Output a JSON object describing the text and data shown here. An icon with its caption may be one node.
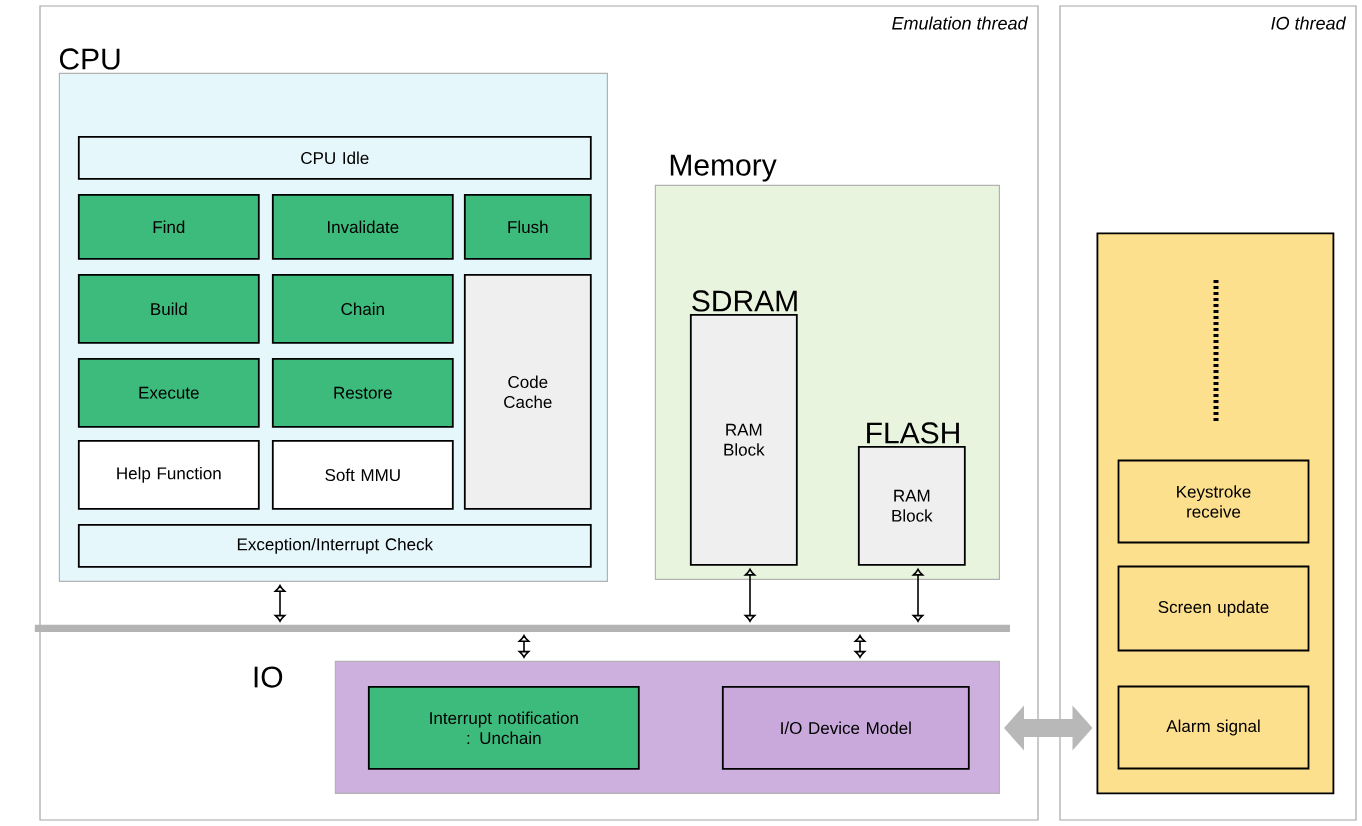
{
  "diagram": {
    "nodes": [
      {
        "text": [
          "Emulation thread"
        ]
      },
      {
        "text": [
          "CPU"
        ],
        "in": 0
      },
      {
        "text": [
          "CPU Idle"
        ],
        "in": 1
      },
      {
        "text": [
          "Find"
        ],
        "in": 1
      },
      {
        "text": [
          "Invalidate"
        ],
        "in": 1
      },
      {
        "text": [
          "Flush"
        ],
        "in": 1
      },
      {
        "text": [
          "Build"
        ],
        "in": 1
      },
      {
        "text": [
          "Chain"
        ],
        "in": 1
      },
      {
        "text": [
          "Code Cache"
        ],
        "in": 1
      },
      {
        "text": [
          "Execute"
        ],
        "in": 1
      },
      {
        "text": [
          "Restore"
        ],
        "in": 1
      },
      {
        "text": [
          "Help Function"
        ],
        "in": 1
      },
      {
        "text": [
          "Soft MMU"
        ],
        "in": 1
      },
      {
        "text": [
          "Exception/Interrupt Check"
        ],
        "in": 1
      },
      {
        "text": [
          "Memory"
        ],
        "in": 0
      },
      {
        "text": [
          "SDRAM",
          "RAM Block"
        ],
        "in": 14
      },
      {
        "text": [
          "FLASH",
          "RAM Block"
        ],
        "in": 14
      },
      {
        "text": [],
        "shape": "bar",
        "in": 0
      },
      {
        "text": [
          "IO"
        ],
        "in": 0
      },
      {
        "text": [
          "Interrupt notification : Unchain"
        ],
        "in": 18
      },
      {
        "text": [
          "I/O Device Model"
        ],
        "in": 18
      },
      {
        "text": [
          "IO thread"
        ]
      },
      {
        "text": [],
        "shape": "box",
        "in": 21
      },
      {
        "text": [
          "Keystroke receive"
        ],
        "in": 22
      },
      {
        "text": [
          "Screen update"
        ],
        "in": 22
      },
      {
        "text": [
          "Alarm signal"
        ],
        "in": 22
      }
    ],
    "edges": [
      {
        "from": 1,
        "to": 17,
        "arrow": "both"
      },
      {
        "from": 15,
        "to": 17,
        "arrow": "both"
      },
      {
        "from": 16,
        "to": 17,
        "arrow": "both"
      },
      {
        "from": 17,
        "to": 18,
        "arrow": "both"
      },
      {
        "from": 17,
        "to": 18,
        "arrow": "both"
      },
      {
        "from": 18,
        "to": 22,
        "arrow": "both",
        "style": "thick",
        "color": "#b8b8b8"
      }
    ]
  }
}
